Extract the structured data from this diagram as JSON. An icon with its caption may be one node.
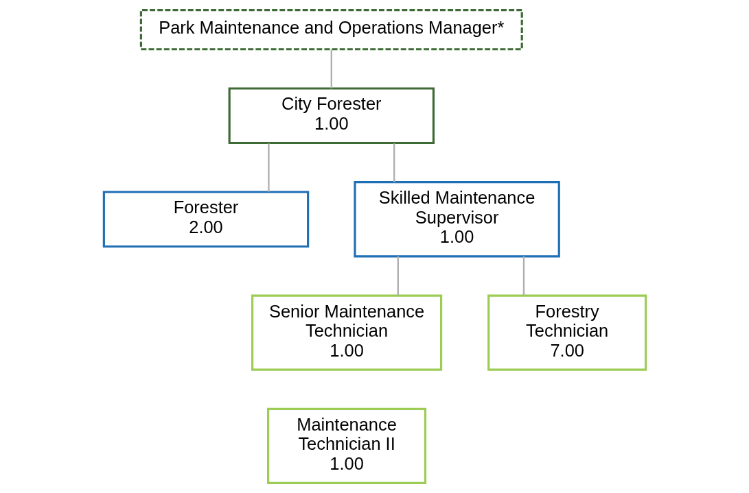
{
  "diagram": {
    "nodes": [
      {
        "text": [
          "Park Maintenance and Operations Manager*"
        ]
      },
      {
        "text": [
          "City Forester",
          "1.00"
        ]
      },
      {
        "text": [
          "Forester",
          "2.00"
        ]
      },
      {
        "text": [
          "Skilled Maintenance Supervisor",
          "1.00"
        ]
      },
      {
        "text": [
          "Senior Maintenance Technician",
          "1.00"
        ]
      },
      {
        "text": [
          "Forestry Technician",
          "7.00"
        ]
      },
      {
        "text": [
          "Maintenance Technician II",
          "1.00"
        ]
      }
    ],
    "edges": [
      {
        "from": 0,
        "to": 1,
        "arrow": "none"
      },
      {
        "from": 1,
        "to": 2,
        "arrow": "none"
      },
      {
        "from": 1,
        "to": 3,
        "arrow": "none"
      },
      {
        "from": 3,
        "to": 4,
        "arrow": "none"
      },
      {
        "from": 3,
        "to": 5,
        "arrow": "none"
      }
    ]
  }
}
